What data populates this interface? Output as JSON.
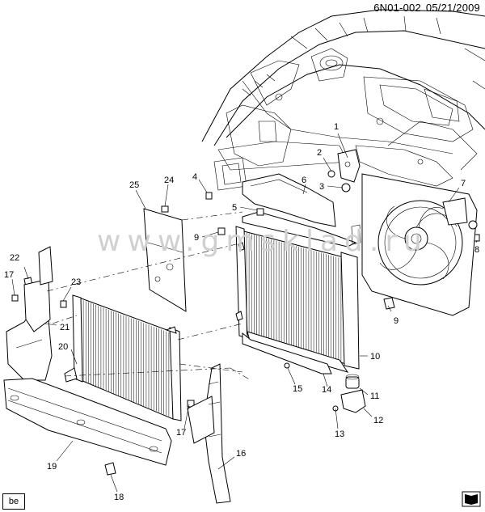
{
  "header": {
    "code": "6N01-002",
    "date": "05/21/2009"
  },
  "watermark": "www.gmsklad.ru",
  "badge": "be",
  "callouts": [
    "1",
    "2",
    "3",
    "4",
    "5",
    "6",
    "7",
    "8",
    "9",
    "9",
    "9",
    "10",
    "11",
    "12",
    "13",
    "14",
    "15",
    "16",
    "17",
    "17",
    "18",
    "19",
    "20",
    "21",
    "22",
    "23",
    "24",
    "25"
  ],
  "icons": {
    "corner_book": "book-icon"
  }
}
